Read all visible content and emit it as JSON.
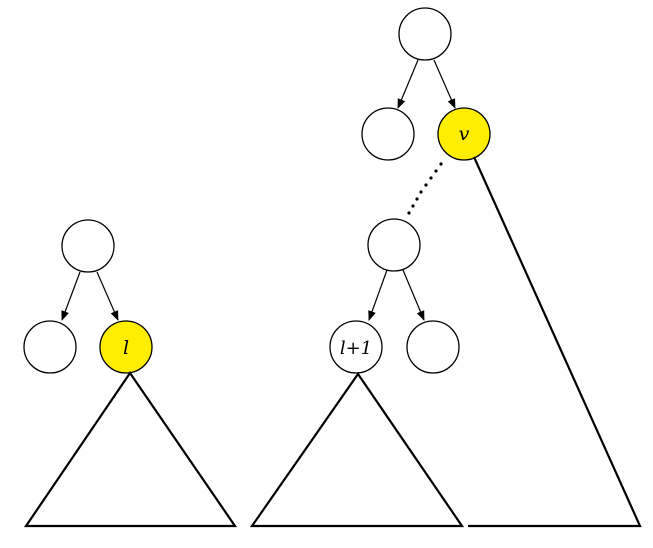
{
  "diagram": {
    "highlight_color": "#ffee00",
    "node_color": "#ffffff",
    "left_tree": {
      "labels": {
        "leaf_node": "l"
      }
    },
    "right_tree": {
      "labels": {
        "top_leaf": "v",
        "deep_left_child": "l+1"
      }
    }
  }
}
